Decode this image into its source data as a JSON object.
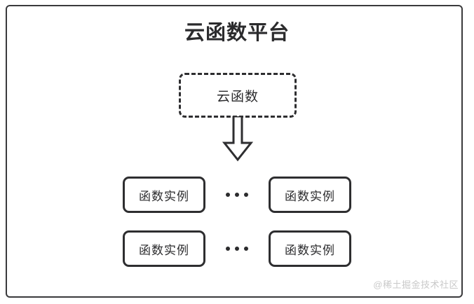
{
  "diagram": {
    "title": "云函数平台",
    "source_box": {
      "label": "云函数",
      "style": "dashed"
    },
    "arrow": {
      "icon": "down-block-arrow",
      "direction": "down"
    },
    "rows": [
      {
        "left_instance": "函数实例",
        "ellipsis": "...",
        "right_instance": "函数实例"
      },
      {
        "left_instance": "函数实例",
        "ellipsis": "...",
        "right_instance": "函数实例"
      }
    ],
    "watermark": "@稀土掘金技术社区",
    "colors": {
      "stroke": "#2e2e30",
      "frame": "#3a3a3c",
      "text": "#2b2b2d",
      "watermark": "#c9c9c9",
      "background": "#ffffff"
    }
  }
}
